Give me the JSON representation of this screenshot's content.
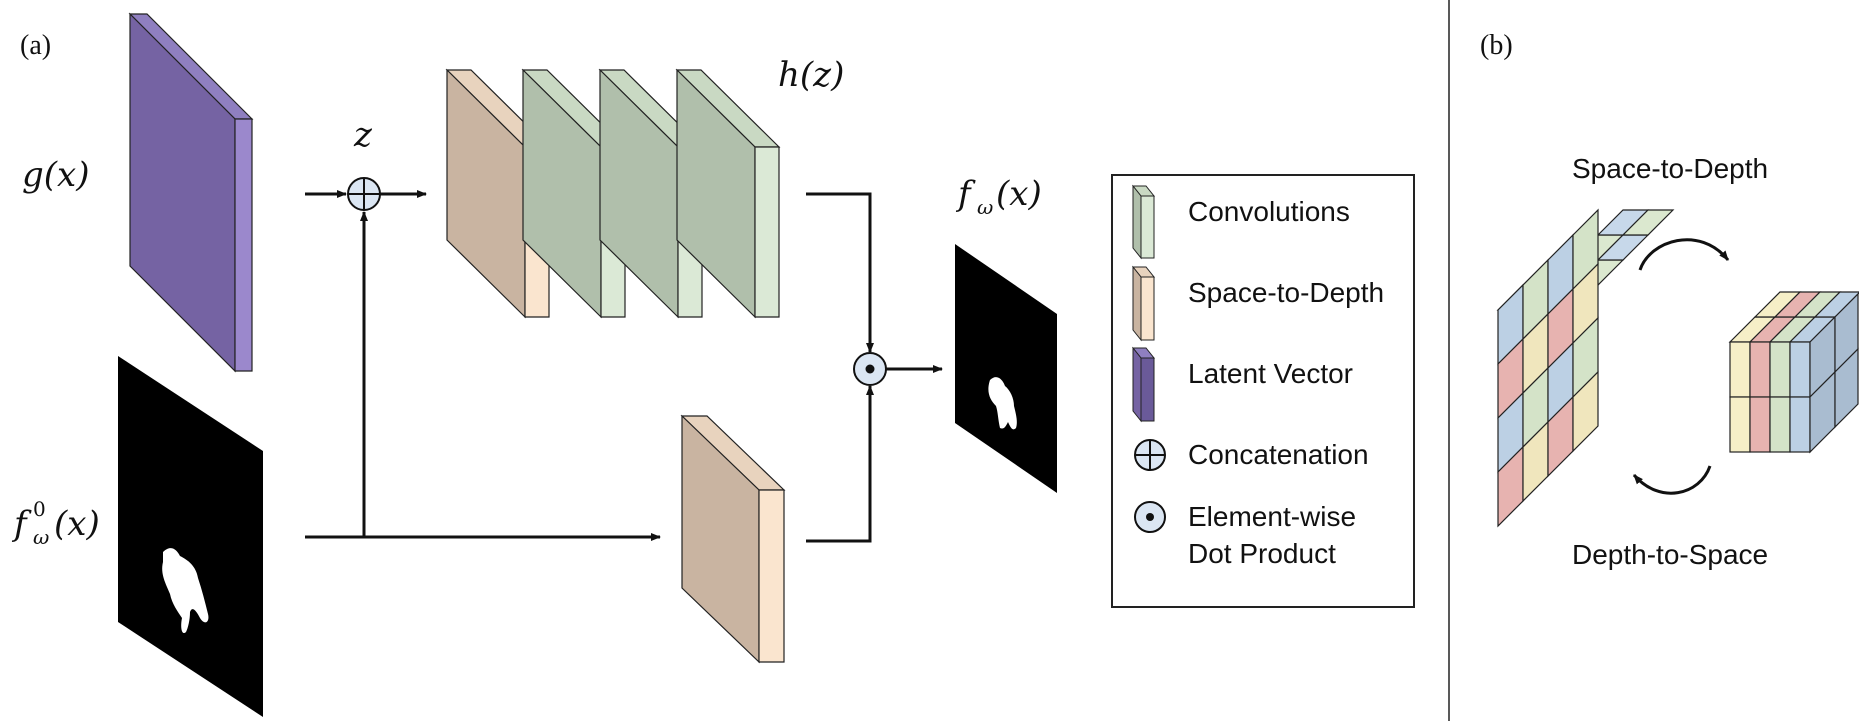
{
  "panels": {
    "a_label": "(a)",
    "b_label": "(b)"
  },
  "math": {
    "g": "g(x)",
    "z": "z",
    "h": "h(z)",
    "f_main": "f",
    "f_sub": "ω",
    "f_arg": "(x)",
    "f0_main": "f",
    "f0_sub": "ω",
    "f0_sup": "0",
    "f0_arg": "(x)"
  },
  "legend": {
    "items": [
      {
        "icon": "convolution-block-icon",
        "label": "Convolutions"
      },
      {
        "icon": "space-to-depth-block-icon",
        "label": "Space-to-Depth"
      },
      {
        "icon": "latent-vector-block-icon",
        "label": "Latent Vector"
      },
      {
        "icon": "concatenation-icon",
        "label": "Concatenation"
      },
      {
        "icon": "element-wise-product-icon",
        "label_line1": "Element-wise",
        "label_line2": "Dot Product"
      }
    ]
  },
  "panel_b": {
    "top_label": "Space-to-Depth",
    "bottom_label": "Depth-to-Space"
  },
  "colors": {
    "latent": "#7563a3",
    "latent_side": "#9b88cc",
    "conv_front": "#b0bfab",
    "conv_side": "#dbe9d6",
    "s2d_front": "#c9b4a1",
    "s2d_side": "#fae5cf",
    "blue": "#bcd0e4",
    "red": "#e7b3b0",
    "green": "#d4e3c8",
    "yellow": "#f6efc7",
    "op_fill": "#dbe6f3"
  }
}
